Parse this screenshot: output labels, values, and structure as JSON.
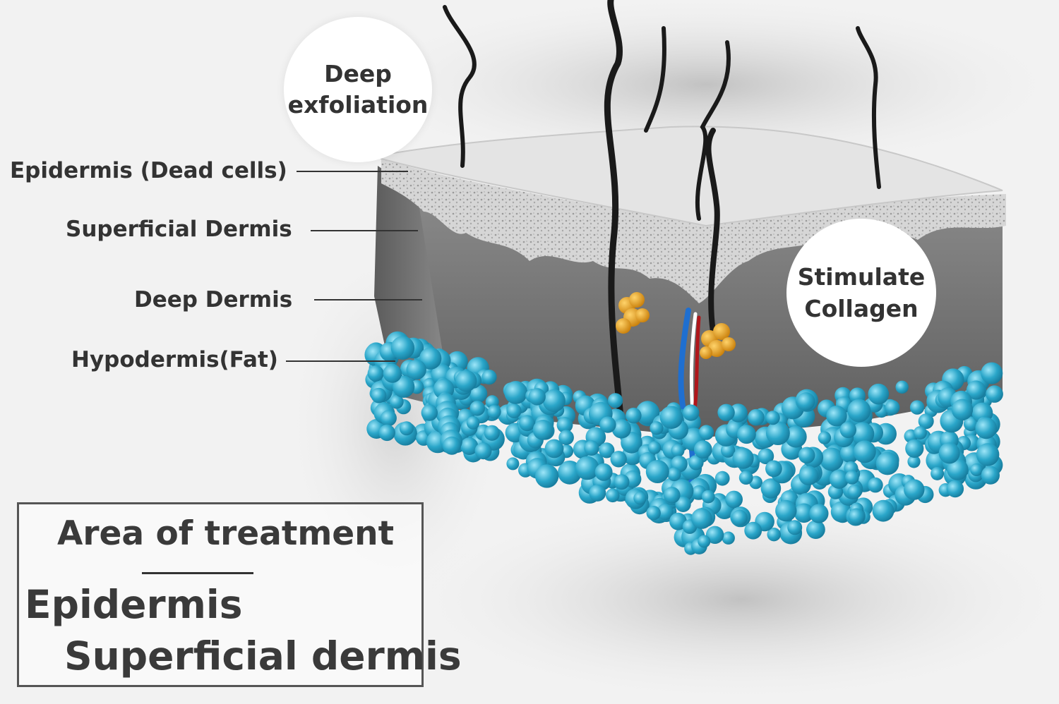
{
  "colors": {
    "fat": "#2aa6c9",
    "fat_dark": "#167a9b",
    "gland": "#e6a21a",
    "vessel_blue": "#1f6fd0",
    "vessel_red": "#b0161a",
    "label_text": "#333333",
    "leader_line": "#333333"
  },
  "layer_labels": [
    {
      "label": "Epidermis (Dead cells)"
    },
    {
      "label": "Superficial Dermis"
    },
    {
      "label": "Deep Dermis"
    },
    {
      "label": "Hypodermis(Fat)"
    }
  ],
  "bubbles": {
    "exfoliation": {
      "line1": "Deep",
      "line2": "exfoliation"
    },
    "collagen": {
      "line1": "Stimulate",
      "line2": "Collagen"
    }
  },
  "treatment_box": {
    "title": "Area of treatment",
    "items": [
      "Epidermis",
      "Superficial dermis"
    ]
  }
}
